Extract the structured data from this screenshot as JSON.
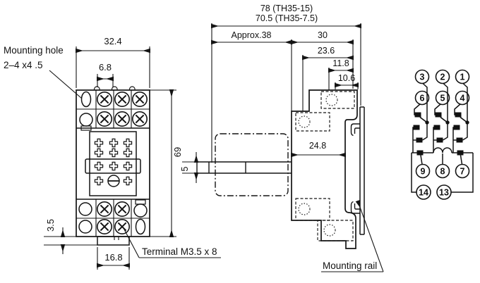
{
  "front_view": {
    "mounting_hole_label_1": "Mounting hole",
    "mounting_hole_label_2": "2–4 x4 .5",
    "terminal_label": "Terminal M3.5 x 8",
    "dim_width": "32.4",
    "dim_pitch": "6.8",
    "dim_height": "69",
    "dim_foot": "3.5",
    "dim_latch": "16.8"
  },
  "side_view": {
    "dim_rail_15": "78 (TH35-15)",
    "dim_rail_75": "70.5 (TH35-7.5)",
    "dim_approx": "Approx.38",
    "dim_30": "30",
    "dim_236": "23.6",
    "dim_118": "11.8",
    "dim_106": "10.6",
    "dim_depth": "24.8",
    "dim_blade": "5",
    "rail_label": "Mounting rail"
  },
  "schematic": {
    "row1": [
      "3",
      "2",
      "1"
    ],
    "row2": [
      "6",
      "5",
      "4"
    ],
    "row3": [
      "9",
      "8",
      "7"
    ],
    "row4": [
      "14",
      "13"
    ]
  }
}
